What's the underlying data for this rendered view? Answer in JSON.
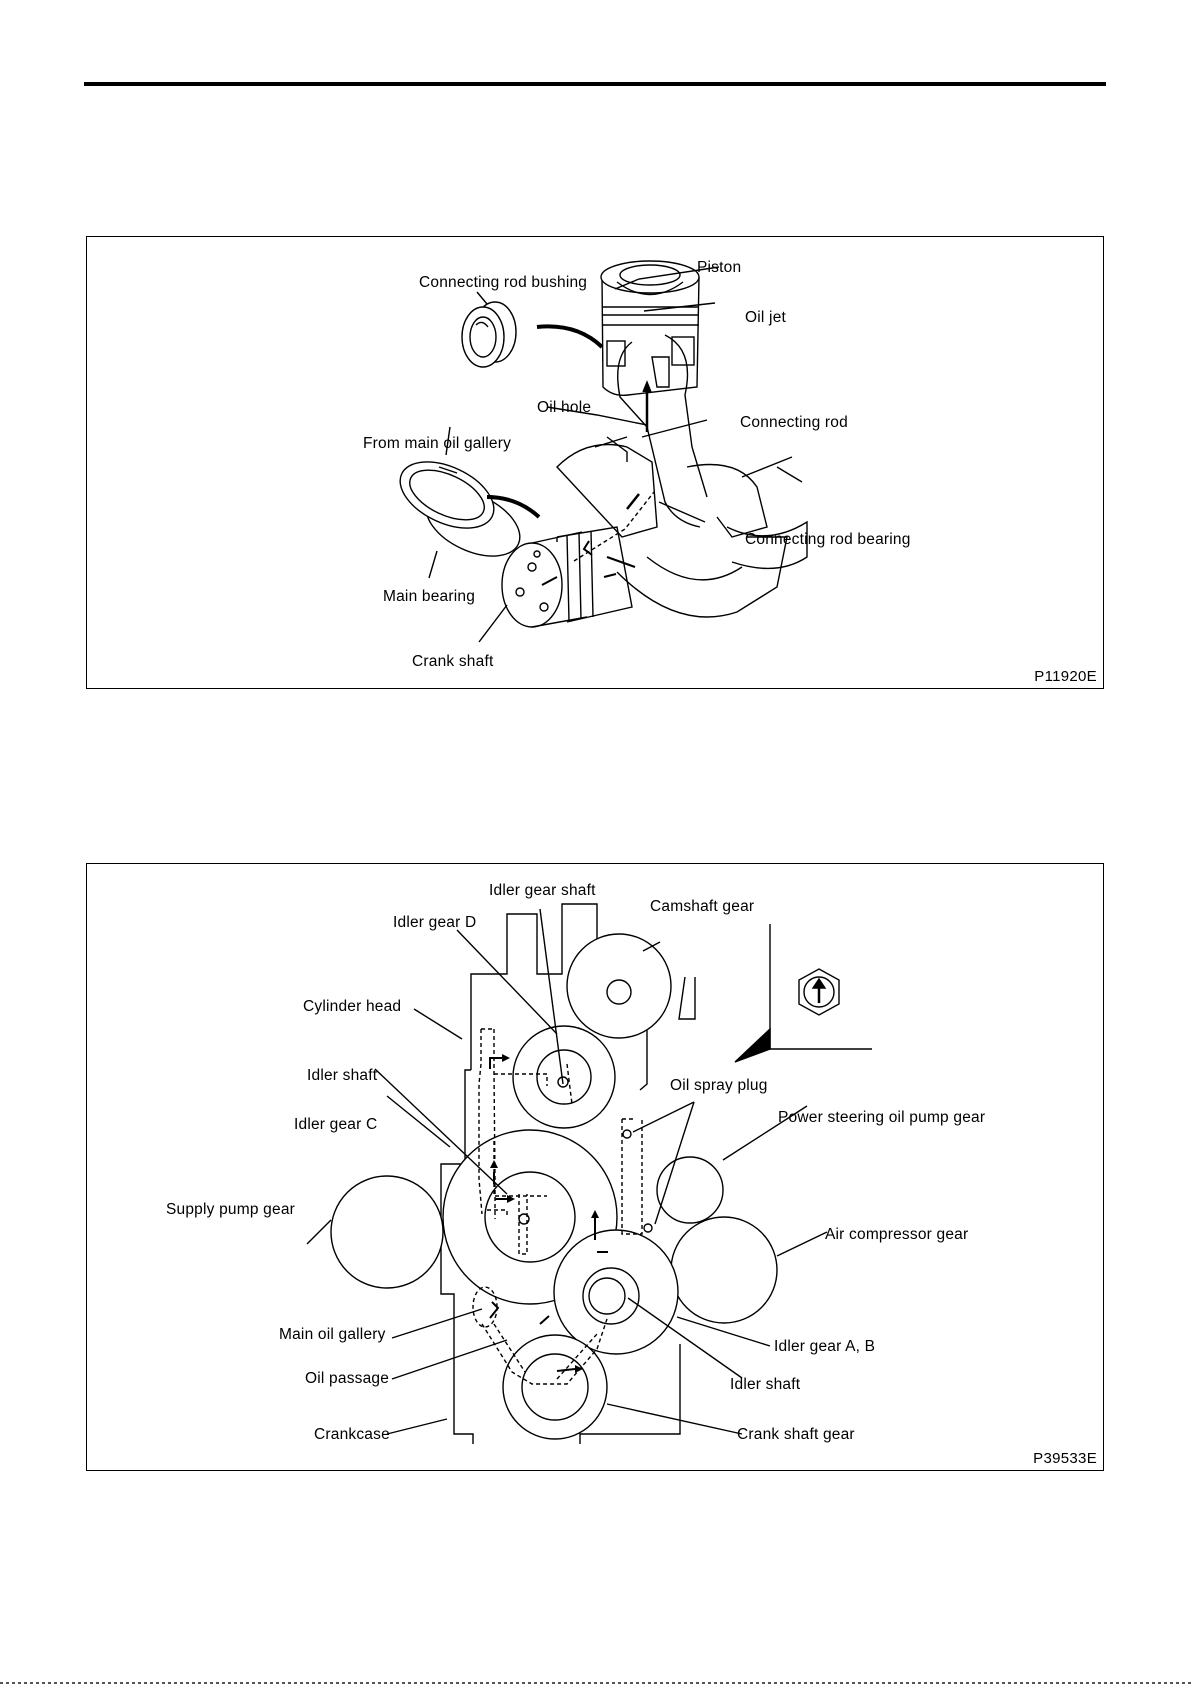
{
  "figure1": {
    "code": "P11920E",
    "labels": {
      "piston": "Piston",
      "conrod_bushing": "Connecting rod bushing",
      "oil_jet": "Oil jet",
      "oil_hole": "Oil hole",
      "connecting_rod": "Connecting rod",
      "main_oil_gallery": "From main oil gallery",
      "conrod_bearing": "Connecting rod bearing",
      "main_bearing": "Main bearing",
      "crank_shaft": "Crank shaft"
    }
  },
  "figure2": {
    "code": "P39533E",
    "labels": {
      "idler_gear_shaft": "Idler gear shaft",
      "camshaft_gear": "Camshaft gear",
      "idler_gear_d": "Idler gear D",
      "cylinder_head": "Cylinder head",
      "idler_shaft_top": "Idler shaft",
      "oil_spray_plug": "Oil spray plug",
      "idler_gear_c": "Idler gear C",
      "ps_pump_gear": "Power steering oil pump gear",
      "supply_pump_gear": "Supply pump gear",
      "air_compressor_gear": "Air compressor gear",
      "main_oil_gallery": "Main oil gallery",
      "idler_gear_ab": "Idler gear A, B",
      "oil_passage": "Oil passage",
      "idler_shaft_bottom": "Idler shaft",
      "crankcase": "Crankcase",
      "crank_shaft_gear": "Crank shaft gear"
    }
  }
}
